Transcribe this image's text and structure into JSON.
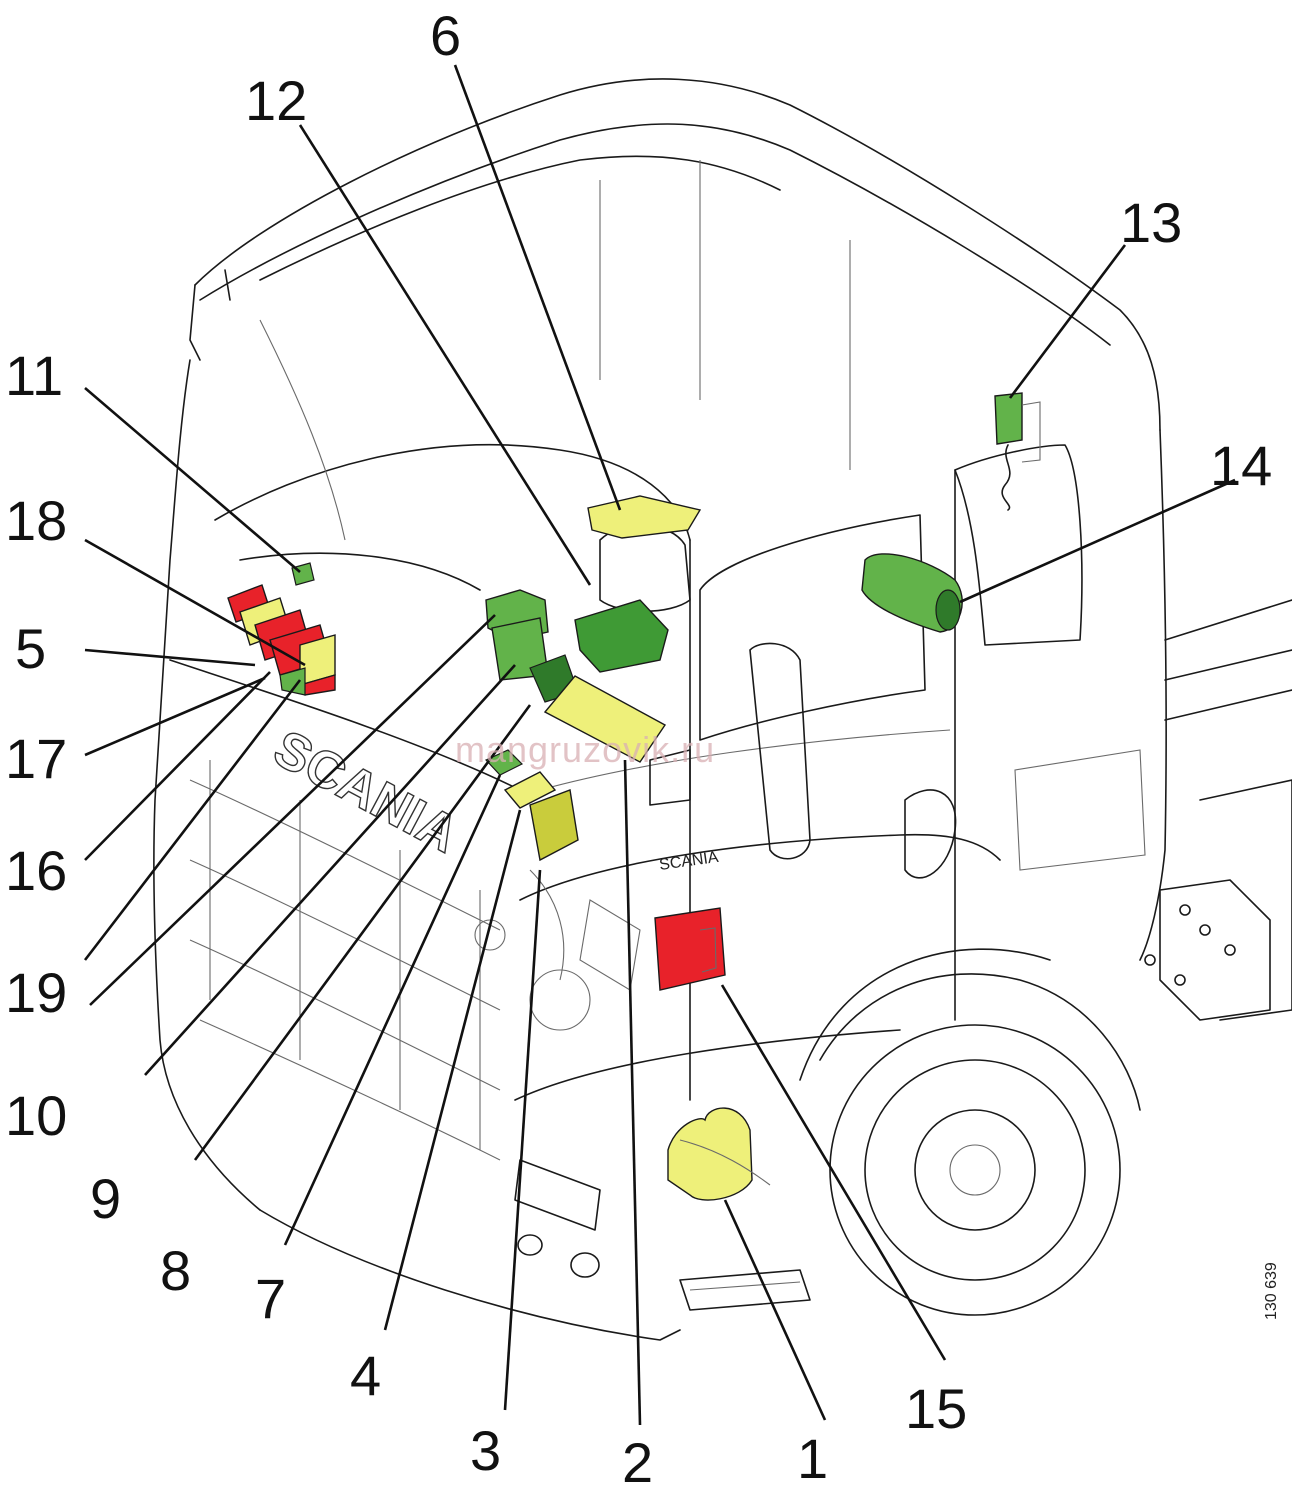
{
  "diagram": {
    "callouts": [
      "1",
      "2",
      "3",
      "4",
      "5",
      "6",
      "7",
      "8",
      "9",
      "10",
      "11",
      "12",
      "13",
      "14",
      "15",
      "16",
      "17",
      "18",
      "19"
    ],
    "watermark": "mangruzovik.ru",
    "reference_number": "130 639",
    "grille_brand": "SCANIA",
    "side_brand": "SCANIA"
  },
  "colors": {
    "red": "#e8222a",
    "yellow": "#eef07a",
    "yellow_dark": "#c9cc3c",
    "green": "#62b34a",
    "green_dark": "#2f7a2a",
    "line": "#1a1a1a"
  }
}
